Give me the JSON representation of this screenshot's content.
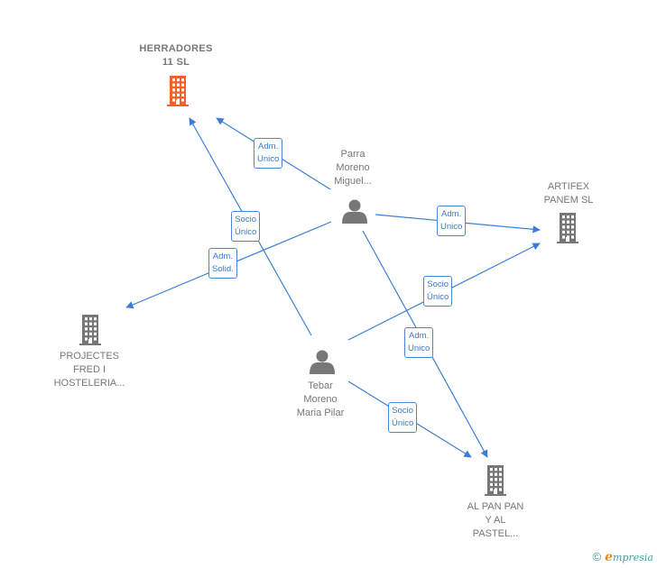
{
  "nodes": {
    "herradores": {
      "type": "company",
      "highlight": true,
      "label_lines": [
        "HERRADORES",
        "11  SL"
      ]
    },
    "artifex": {
      "type": "company",
      "highlight": false,
      "label_lines": [
        "ARTIFEX",
        "PANEM  SL"
      ]
    },
    "projectes": {
      "type": "company",
      "highlight": false,
      "label_lines": [
        "PROJECTES",
        "FRED I",
        "HOSTELERIA..."
      ]
    },
    "alpan": {
      "type": "company",
      "highlight": false,
      "label_lines": [
        "AL PAN PAN",
        "Y AL",
        "PASTEL..."
      ]
    },
    "parra": {
      "type": "person",
      "label_lines": [
        "Parra",
        "Moreno",
        "Miguel..."
      ]
    },
    "tebar": {
      "type": "person",
      "label_lines": [
        "Tebar",
        "Moreno",
        "Maria Pilar"
      ]
    }
  },
  "edges": [
    {
      "from": "parra",
      "to": "herradores",
      "label_lines": [
        "Adm.",
        "Unico"
      ]
    },
    {
      "from": "tebar",
      "to": "herradores",
      "label_lines": [
        "Socio",
        "Único"
      ]
    },
    {
      "from": "parra",
      "to": "projectes",
      "label_lines": [
        "Adm.",
        "Solid."
      ]
    },
    {
      "from": "parra",
      "to": "artifex",
      "label_lines": [
        "Adm.",
        "Unico"
      ]
    },
    {
      "from": "tebar",
      "to": "artifex",
      "label_lines": [
        "Socio",
        "Único"
      ]
    },
    {
      "from": "parra",
      "to": "alpan",
      "label_lines": [
        "Adm.",
        "Unico"
      ]
    },
    {
      "from": "tebar",
      "to": "alpan",
      "label_lines": [
        "Socio",
        "Único"
      ]
    }
  ],
  "colors": {
    "edge": "#3b7dd8",
    "company_icon": "#777777",
    "company_highlight": "#f0622d",
    "person_icon": "#777777"
  },
  "footer": {
    "copyright_symbol": "©",
    "brand_first": "e",
    "brand_rest": "mpresia"
  }
}
